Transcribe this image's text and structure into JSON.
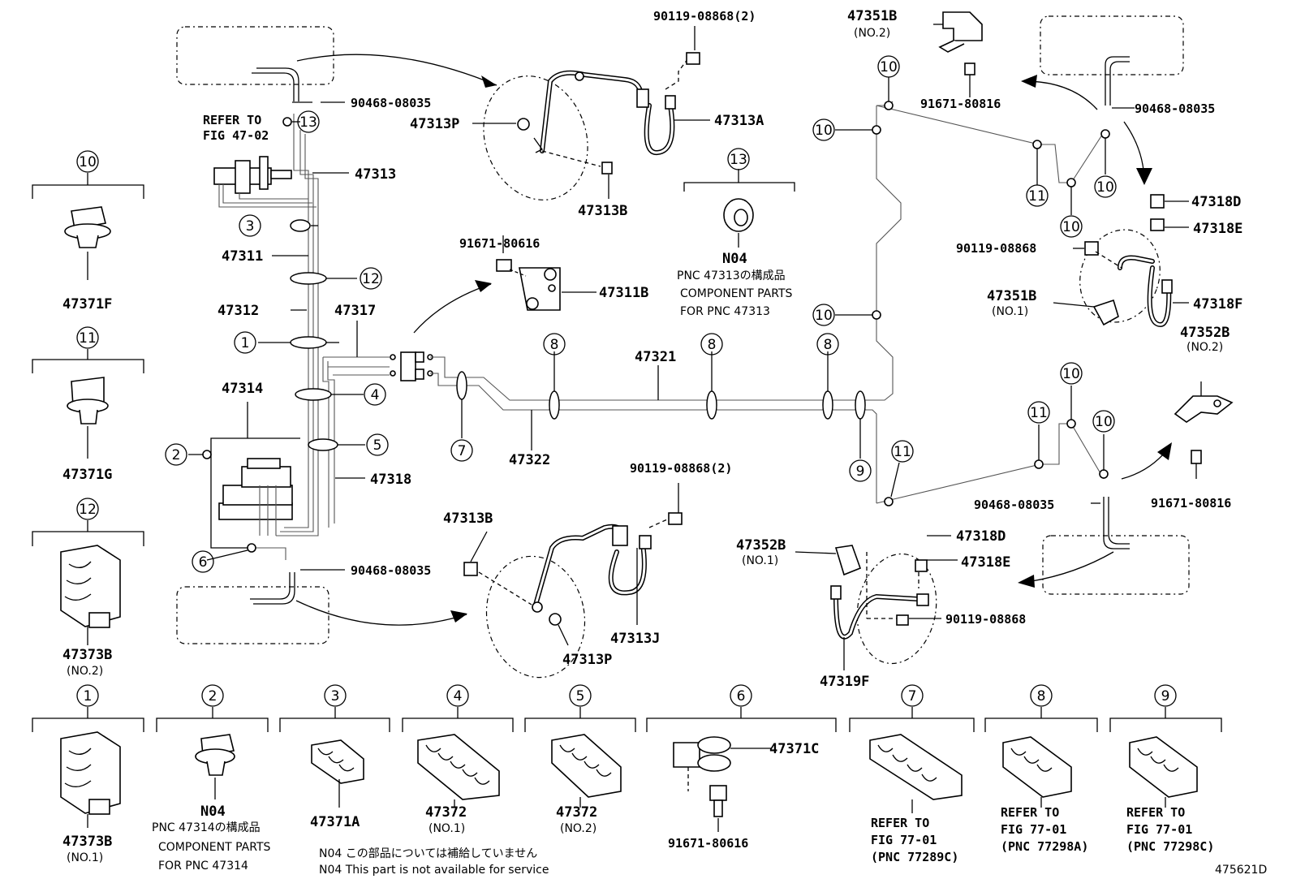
{
  "labels": {
    "l_90119_08868_2_top": "90119-08868(2)",
    "l_47313P_top": "47313P",
    "l_47313A": "47313A",
    "l_47313B_top": "47313B",
    "l_90468_08035_a": "90468-08035",
    "l_refer_to": "REFER TO",
    "l_fig_47_02": "FIG 47-02",
    "l_47313": "47313",
    "l_47311": "47311",
    "l_47312": "47312",
    "l_47317": "47317",
    "l_47314": "47314",
    "l_47318": "47318",
    "l_90468_08035_b": "90468-08035",
    "l_91671_80616_top": "91671-80616",
    "l_47311B": "47311B",
    "l_N04_13": "N04",
    "l_pnc_47313_jp": "PNC 47313の構成品",
    "l_component_parts_13": "COMPONENT PARTS",
    "l_for_pnc_47313": "FOR PNC 47313",
    "l_47321": "47321",
    "l_47322": "47322",
    "l_90119_08868_2_mid": "90119-08868(2)",
    "l_47313B_mid": "47313B",
    "l_47313J": "47313J",
    "l_47313P_mid": "47313P",
    "l_47351B_no2": "47351B",
    "l_no2_a": "(NO.2)",
    "l_91671_80816_top": "91671-80816",
    "l_90468_08035_c": "90468-08035",
    "l_47318D_top": "47318D",
    "l_47318E_top": "47318E",
    "l_90119_08868_right": "90119-08868",
    "l_47351B_no1": "47351B",
    "l_no1_a": "(NO.1)",
    "l_47318F": "47318F",
    "l_47352B_no2": "47352B",
    "l_no2_b": "(NO.2)",
    "l_91671_80816_right": "91671-80816",
    "l_90468_08035_d": "90468-08035",
    "l_47352B_no1": "47352B",
    "l_no1_b": "(NO.1)",
    "l_47318D_bot": "47318D",
    "l_47318E_bot": "47318E",
    "l_90119_08868_bot": "90119-08868",
    "l_47319F": "47319F",
    "l_47371F": "47371F",
    "l_47371G": "47371G",
    "l_47373B_no2": "47373B",
    "l_no2_c": "(NO.2)",
    "l_47373B_no1": "47373B",
    "l_no1_c": "(NO.1)",
    "l_N04_2": "N04",
    "l_pnc_47314_jp": "PNC 47314の構成品",
    "l_component_parts_2": "COMPONENT PARTS",
    "l_for_pnc_47314": "FOR PNC 47314",
    "l_47371A": "47371A",
    "l_47372_no1": "47372",
    "l_no1_d": "(NO.1)",
    "l_47372_no2": "47372",
    "l_no2_d": "(NO.2)",
    "l_47371C": "47371C",
    "l_91671_80616_bot": "91671-80616",
    "l_refer_to_7": "REFER TO",
    "l_fig_77_01_7": "FIG 77-01",
    "l_pnc_77289C": "(PNC 77289C)",
    "l_refer_to_8": "REFER TO",
    "l_fig_77_01_8": "FIG 77-01",
    "l_pnc_77298A": "(PNC 77298A)",
    "l_refer_to_9": "REFER TO",
    "l_fig_77_01_9": "FIG 77-01",
    "l_pnc_77298C": "(PNC 77298C)",
    "l_n04_note_jp": "N04 この部品については補給していません",
    "l_n04_note_en": "N04 This part is not available for service",
    "l_fig_id": "475621D"
  },
  "callouts": {
    "c1": "1",
    "c2": "2",
    "c3": "3",
    "c4": "4",
    "c5": "5",
    "c6": "6",
    "c7": "7",
    "c8": "8",
    "c9": "9",
    "c10": "10",
    "c11": "11",
    "c12": "12",
    "c13": "13"
  }
}
